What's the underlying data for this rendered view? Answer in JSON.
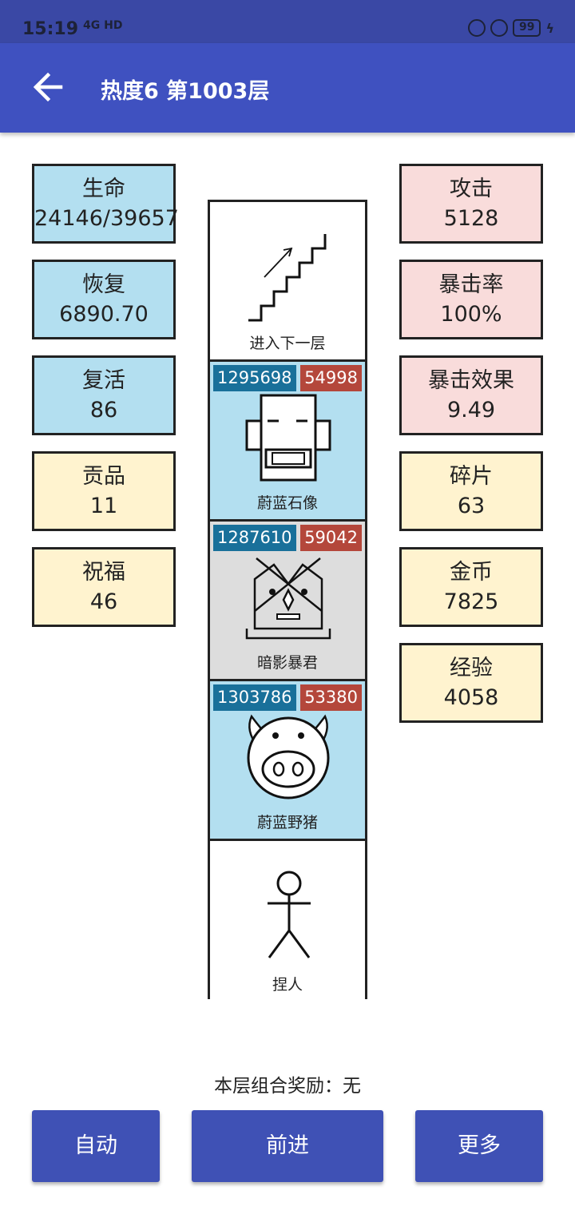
{
  "status_bar": {
    "time": "15:19",
    "network": "4G HD",
    "battery": "99"
  },
  "header": {
    "title": "热度6 第1003层"
  },
  "left_stats": [
    {
      "label": "生命",
      "value": "24146/39657"
    },
    {
      "label": "恢复",
      "value": "6890.70"
    },
    {
      "label": "复活",
      "value": "86"
    },
    {
      "label": "贡品",
      "value": "11"
    },
    {
      "label": "祝福",
      "value": "46"
    }
  ],
  "right_stats": [
    {
      "label": "攻击",
      "value": "5128"
    },
    {
      "label": "暴击率",
      "value": "100%"
    },
    {
      "label": "暴击效果",
      "value": "9.49"
    },
    {
      "label": "碎片",
      "value": "63"
    },
    {
      "label": "金币",
      "value": "7825"
    },
    {
      "label": "经验",
      "value": "4058"
    }
  ],
  "tower": [
    {
      "name": "进入下一层"
    },
    {
      "name": "蔚蓝石像",
      "hp": "1295698",
      "atk": "54998"
    },
    {
      "name": "暗影暴君",
      "hp": "1287610",
      "atk": "59042"
    },
    {
      "name": "蔚蓝野猪",
      "hp": "1303786",
      "atk": "53380"
    },
    {
      "name": "捏人"
    }
  ],
  "reward": "本层组合奖励：无",
  "buttons": {
    "auto": "自动",
    "forward": "前进",
    "more": "更多"
  },
  "colors": {
    "app_bar": "#3f51c0",
    "hp_badge": "#19709a",
    "atk_badge": "#b4473b",
    "blue_cell": "#b3dff0",
    "gray_cell": "#dddddd"
  }
}
